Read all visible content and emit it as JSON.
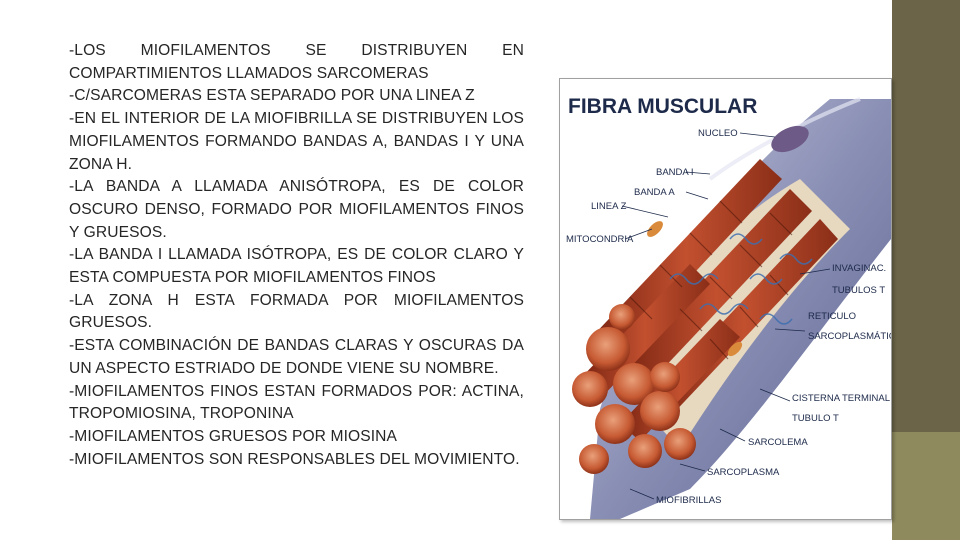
{
  "paragraphs": [
    "-LOS MIOFILAMENTOS SE DISTRIBUYEN EN COMPARTIMIENTOS LLAMADOS SARCOMERAS",
    "-C/SARCOMERAS ESTA SEPARADO POR UNA LINEA Z",
    "-EN EL INTERIOR DE LA MIOFIBRILLA SE DISTRIBUYEN LOS MIOFILAMENTOS FORMANDO BANDAS A, BANDAS I Y UNA ZONA H.",
    "-LA BANDA A LLAMADA ANISÓTROPA, ES DE COLOR OSCURO DENSO, FORMADO POR MIOFILAMENTOS FINOS Y GRUESOS.",
    "-LA BANDA I LLAMADA ISÓTROPA, ES DE COLOR CLARO Y ESTA COMPUESTA POR MIOFILAMENTOS FINOS",
    "-LA ZONA H ESTA FORMADA POR MIOFILAMENTOS GRUESOS.",
    "-ESTA COMBINACIÓN DE BANDAS CLARAS Y OSCURAS DA UN ASPECTO ESTRIADO DE DONDE VIENE SU NOMBRE.",
    "-MIOFILAMENTOS FINOS ESTAN FORMADOS POR: ACTINA, TROPOMIOSINA, TROPONINA",
    "-MIOFILAMENTOS GRUESOS POR MIOSINA",
    "-MIOFILAMENTOS SON RESPONSABLES DEL MOVIMIENTO."
  ],
  "figure": {
    "title": "FIBRA MUSCULAR",
    "labels": {
      "nucleo": "NUCLEO",
      "banda_i": "BANDA I",
      "banda_a": "BANDA A",
      "linea_z": "LINEA Z",
      "mitocondria": "MITOCONDRIA",
      "invaginac_1": "INVAGINAC.",
      "invaginac_2": "TUBULOS T",
      "reticulo_1": "RETICULO",
      "reticulo_2": "SARCOPLASMÁTICO",
      "cisterna_1": "CISTERNA TERMINAL",
      "cisterna_2": "TUBULO T",
      "sarcolema": "SARCOLEMA",
      "sarcoplasma": "SARCOPLASMA",
      "miofibrillas": "MIOFIBRILLAS"
    }
  },
  "colors": {
    "band_top": "#6b6448",
    "band_bottom": "#8f8a5e",
    "muscle": "#b8452a",
    "membrane": "#8a8fb5",
    "label_text": "#1d2a4a"
  }
}
